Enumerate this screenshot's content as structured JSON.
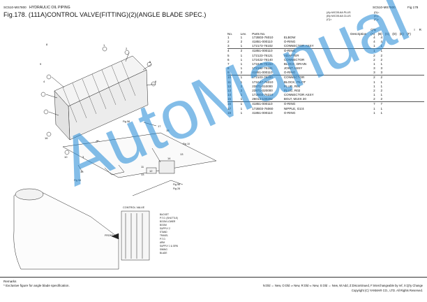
{
  "header": {
    "model_left": "SC510-MS7800",
    "section": "HYDRAULIC OIL PIPING",
    "model_right": "SC510-MS7800",
    "fig_ref": "Fig 178",
    "title": "Fig.178.  (111A)CONTROL VALVE(FITTING)(2)(ANGLE BLADE SPEC.)"
  },
  "variants": {
    "a": "(A)=WC05-6A PLUS",
    "b": "(B)=WC05-6A CLUS",
    "c": "(C)=",
    "d": "(D)=",
    "e": "(E)=",
    "f": "(F)="
  },
  "columns": {
    "no": "No.",
    "lev": "Lev.",
    "parts_no": "Parts No.",
    "description": "Description",
    "qty": "Q'ty",
    "a": "(A)",
    "b": "(B)",
    "c": "(C)",
    "d": "(D)",
    "e": "(E)",
    "f": "(F)",
    "i": "I",
    "r": "R"
  },
  "parts": [
    {
      "no": "1",
      "lev": "1",
      "pn": "172B03-76010",
      "desc": "ELBOW",
      "a": "4",
      "b": "4"
    },
    {
      "no": "2",
      "lev": "2",
      "pn": "41851-000110",
      "desc": "O-RING",
      "a": "4",
      "b": "4"
    },
    {
      "no": "3",
      "lev": "1",
      "pn": "172173-76102",
      "desc": "CONNECTOR ASSY",
      "a": "1",
      "b": "1"
    },
    {
      "no": "4",
      "lev": "2",
      "pn": "41851-000110",
      "desc": "O-RING",
      "a": "1",
      "b": "1"
    },
    {
      "no": "5",
      "lev": "1",
      "pn": "172123-76121",
      "desc": "ADAPTER",
      "a": "2",
      "b": "2"
    },
    {
      "no": "6",
      "lev": "1",
      "pn": "172422-76140",
      "desc": "CONNECTOR",
      "a": "2",
      "b": "2"
    },
    {
      "no": "7",
      "lev": "1",
      "pn": "172445-76153",
      "desc": "BLOCK, DRAIN",
      "a": "1",
      "b": "1"
    },
    {
      "no": "8",
      "lev": "1",
      "pn": "172182-76181",
      "desc": "JOINT ASSY",
      "a": "3",
      "b": "3"
    },
    {
      "no": "9",
      "lev": "2",
      "pn": "41851-000110",
      "desc": "O-RING",
      "a": "3",
      "b": "3"
    },
    {
      "no": "10",
      "lev": "1",
      "pn": "172103-76200",
      "desc": "CONNECTOR",
      "a": "2",
      "b": "2"
    },
    {
      "no": "11",
      "lev": "1",
      "pn": "172A47-76310",
      "desc": "BLOCK, PILOT",
      "a": "1",
      "b": "1"
    },
    {
      "no": "12",
      "lev": "2",
      "pn": "23871-010000",
      "desc": "PLUG, R01",
      "a": "1",
      "b": "1"
    },
    {
      "no": "13",
      "lev": "2",
      "pn": "23871-020000",
      "desc": "PLUG, R02",
      "a": "2",
      "b": "2"
    },
    {
      "no": "14",
      "lev": "1",
      "pn": "172B03-76310",
      "desc": "CONNECTOR ASSY",
      "a": "1",
      "b": "1"
    },
    {
      "no": "15",
      "lev": "1",
      "pn": "26013-100202",
      "desc": "BOLT, M10X 20",
      "a": "2",
      "b": "2"
    },
    {
      "no": "16",
      "lev": "1",
      "pn": "41851-000110",
      "desc": "O-RING",
      "a": "7",
      "b": "7"
    },
    {
      "no": "17",
      "lev": "1",
      "pn": "172B03-76060",
      "desc": "NIPPLE, G1/4",
      "a": "1",
      "b": "1"
    },
    {
      "no": "18",
      "lev": "1",
      "pn": "41851-000110",
      "desc": "O-RING",
      "a": "1",
      "b": "1"
    }
  ],
  "diagram": {
    "callouts": [
      "8",
      "9",
      "4",
      "1",
      "2",
      "5",
      "6",
      "3",
      "10",
      "16",
      "17",
      "18",
      "7",
      "11",
      "12",
      "13",
      "14",
      "15",
      "13"
    ],
    "fig_refs": [
      "Fig 58",
      "Fig 56",
      "Fig 28",
      "Fig 58",
      "Fig 10"
    ],
    "control_valve_label": "CONTROL VALVE",
    "front_label": "FRONT",
    "valve_rows": [
      "BUCKET",
      "P.T.O. (SHUTTLE)",
      "BOOM LOWER",
      "BOOM",
      "SUPPLY 2",
      "STAND",
      "TRAVEL",
      "P.T.O.",
      "ARM",
      "SUPPLY 1 & GRN",
      "SWING",
      "BLADE"
    ]
  },
  "remarks": {
    "label": "Remarks",
    "note": "* Exclusive figure for angle blade specification."
  },
  "footer": {
    "legend": "N:Old ⇔ New, O:Old ⇒ New, R:Old ⇐ New, S:Old ⇔ New, W:Add, Z:Discontinued, F:Interchangeable by ref, X:Q'ty Change",
    "copyright": "Copyright (C)  YANMAR CO., LTD. All Rights Reserved."
  },
  "watermark": "AutoManual",
  "colors": {
    "watermark": "#1e88d6",
    "ink": "#111111"
  }
}
